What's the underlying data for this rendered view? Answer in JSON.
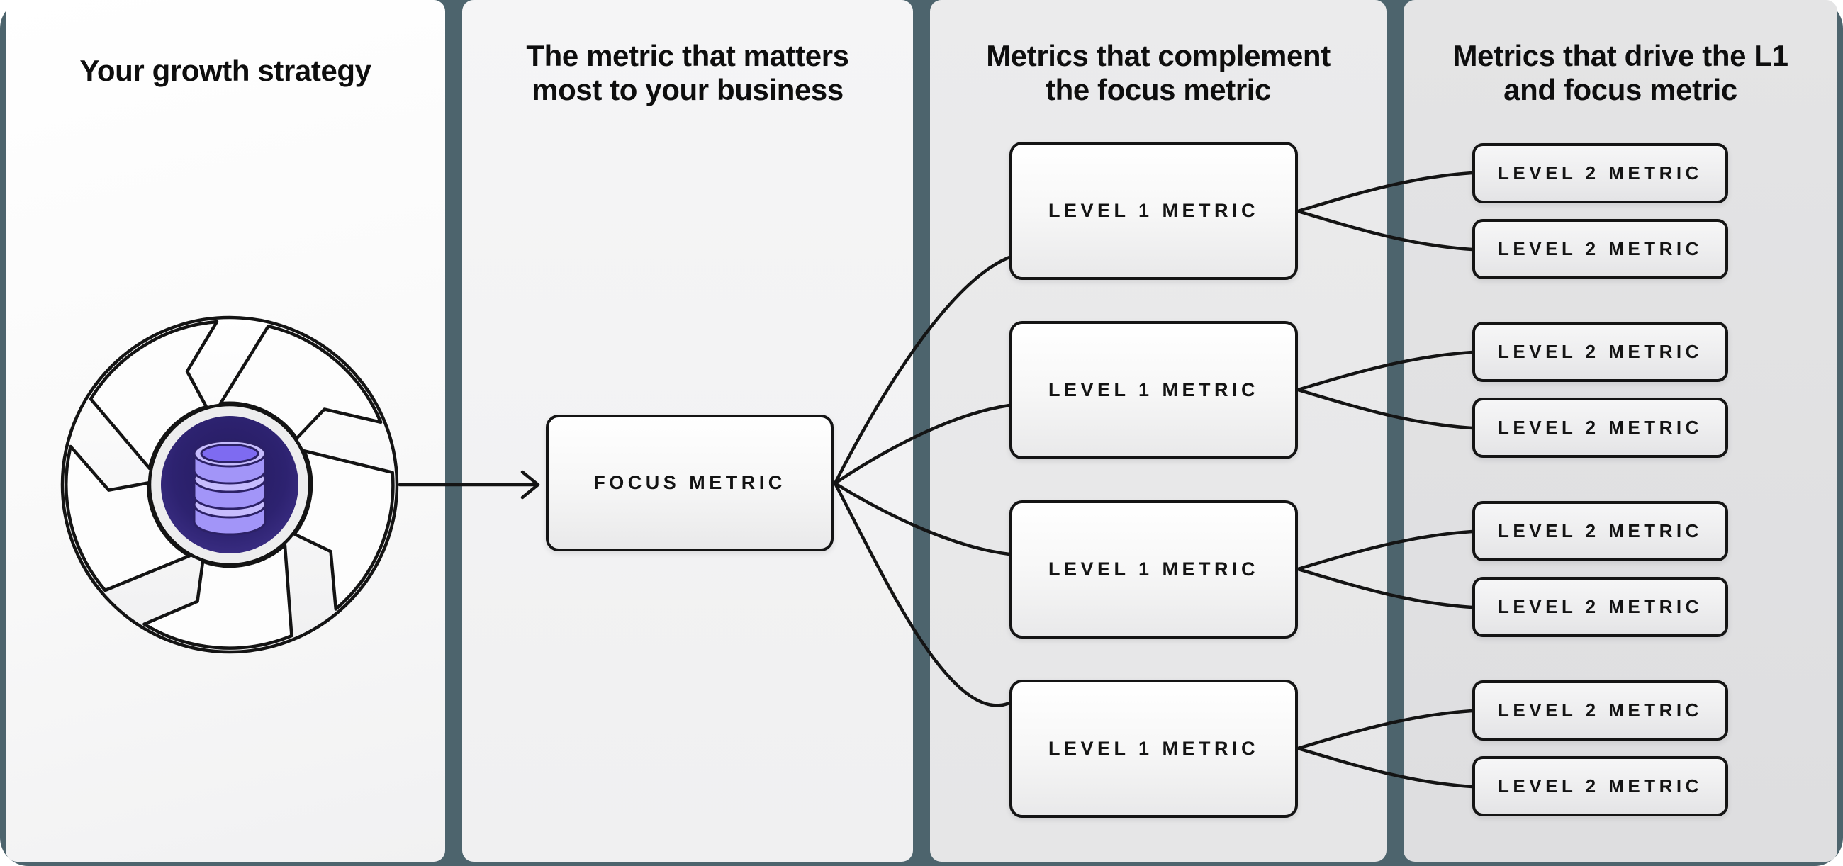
{
  "colors": {
    "frame_teal": "#4d646d",
    "line_black": "#141414",
    "disc_indigo": "#2a1f66",
    "database_lavender": "#a295f8",
    "panel_light": "#f5f5f6",
    "panel_gray": "#e4e4e5"
  },
  "panels": [
    {
      "name": "growth-strategy",
      "lines": [
        "Your growth strategy"
      ]
    },
    {
      "name": "focus-metric",
      "lines": [
        "The metric that matters",
        "most to your business"
      ]
    },
    {
      "name": "level1-metrics",
      "lines": [
        "Metrics that complement",
        "the focus metric"
      ]
    },
    {
      "name": "level2-metrics",
      "lines": [
        "Metrics that drive the L1",
        "and focus metric"
      ]
    }
  ],
  "nodes": {
    "focus": {
      "label": "FOCUS METRIC"
    },
    "level1": [
      {
        "label": "LEVEL 1 METRIC"
      },
      {
        "label": "LEVEL 1 METRIC"
      },
      {
        "label": "LEVEL 1 METRIC"
      },
      {
        "label": "LEVEL 1 METRIC"
      }
    ],
    "level2": [
      {
        "label": "LEVEL 2 METRIC"
      },
      {
        "label": "LEVEL 2 METRIC"
      },
      {
        "label": "LEVEL 2 METRIC"
      },
      {
        "label": "LEVEL 2 METRIC"
      },
      {
        "label": "LEVEL 2 METRIC"
      },
      {
        "label": "LEVEL 2 METRIC"
      },
      {
        "label": "LEVEL 2 METRIC"
      },
      {
        "label": "LEVEL 2 METRIC"
      }
    ]
  },
  "icons": {
    "growth_cycle": "pinwheel-cycle-icon",
    "database": "database-icon"
  }
}
